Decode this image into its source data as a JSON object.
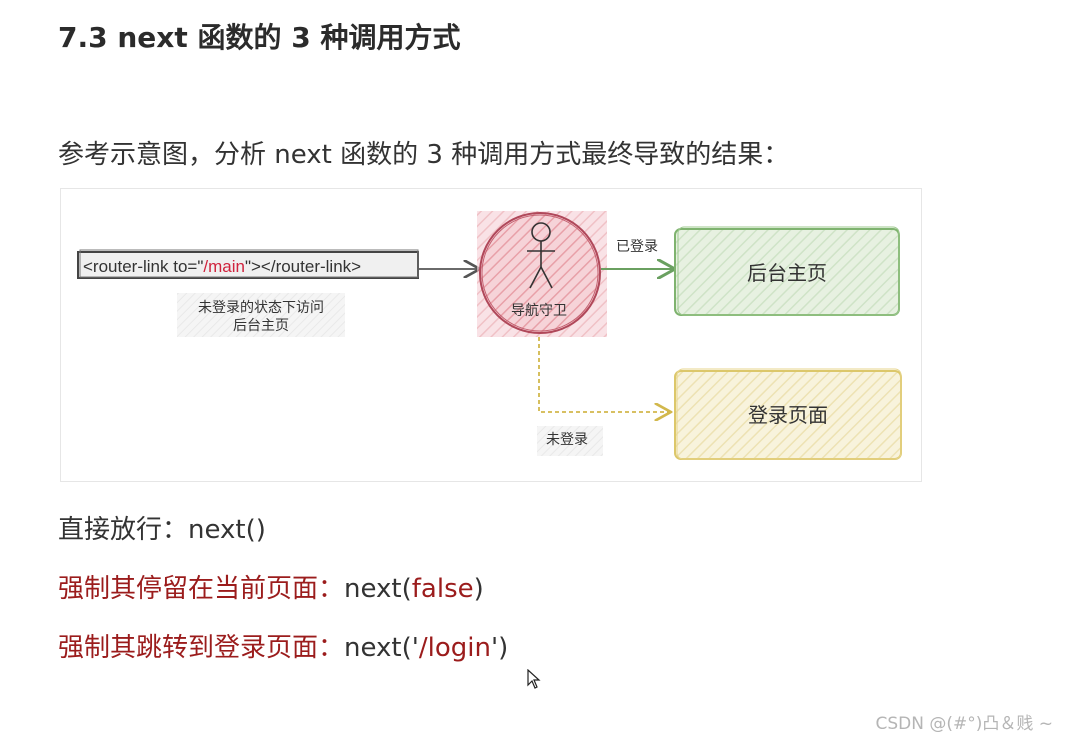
{
  "title": "7.3 next 函数的 3 种调用方式",
  "intro": "参考示意图，分析 next 函数的 3 种调用方式最终导致的结果：",
  "diagram": {
    "router_link": {
      "prefix": "<router-link to=\"",
      "path": "/main",
      "suffix": "\"></router-link>"
    },
    "note_line1": "未登录的状态下访问",
    "note_line2": "后台主页",
    "guard_label": "导航守卫",
    "logged_in_label": "已登录",
    "not_logged_in_label": "未登录",
    "admin_box": "后台主页",
    "login_box": "登录页面",
    "colors": {
      "guard": "#e8a0a8",
      "admin": "#cfe6c6",
      "login": "#f3ecc0",
      "path": "#d0233d"
    }
  },
  "lines": [
    {
      "label": "直接放行：",
      "code_prefix": "next(",
      "arg": "",
      "code_suffix": ")"
    },
    {
      "label": "强制其停留在当前页面：",
      "code_prefix": "next(",
      "arg": "false",
      "code_suffix": ")"
    },
    {
      "label": "强制其跳转到登录页面：",
      "code_prefix": "next('",
      "arg": "/login",
      "code_suffix": "')"
    }
  ],
  "watermark": "CSDN @(#°)凸＆贱 ~"
}
